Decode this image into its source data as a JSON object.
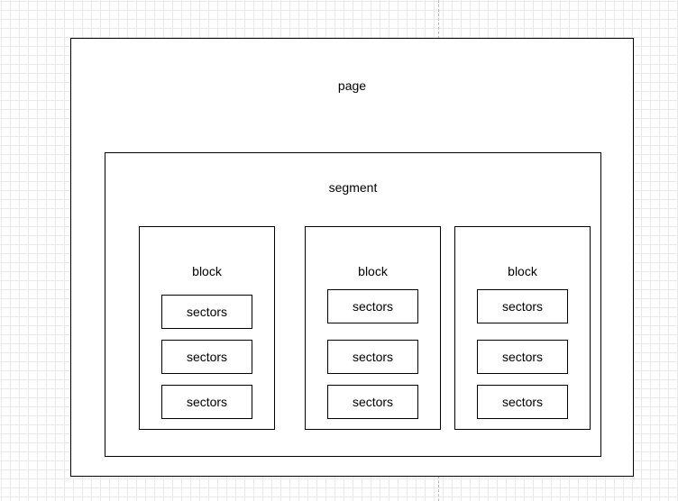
{
  "page": {
    "label": "page",
    "segment": {
      "label": "segment",
      "blocks": [
        {
          "label": "block",
          "sectors": [
            "sectors",
            "sectors",
            "sectors"
          ]
        },
        {
          "label": "block",
          "sectors": [
            "sectors",
            "sectors",
            "sectors"
          ]
        },
        {
          "label": "block",
          "sectors": [
            "sectors",
            "sectors",
            "sectors"
          ]
        }
      ]
    }
  }
}
